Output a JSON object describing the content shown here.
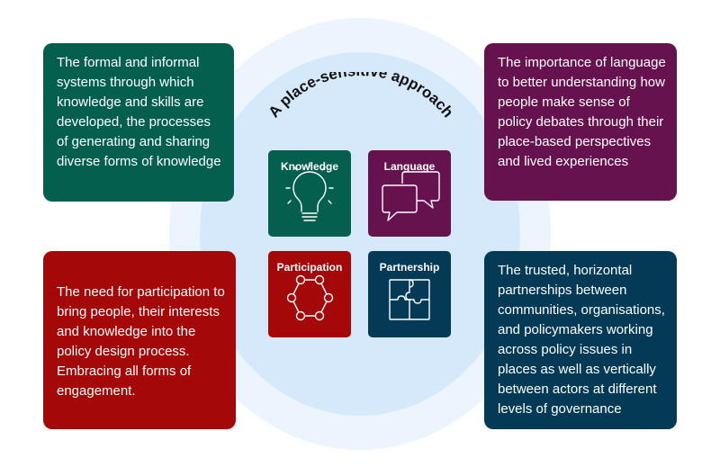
{
  "title": "A place-sensitive approach",
  "tiles": {
    "knowledge": "Knowledge",
    "language": "Language",
    "participation": "Participation",
    "partnership": "Partnership"
  },
  "descriptions": {
    "knowledge": "The formal and informal systems through which knowledge and skills are developed, the processes of generating and sharing diverse forms of knowledge",
    "language": "The importance of language to better understanding how people make sense of policy debates through their place-based perspectives and lived experiences",
    "participation": "The need for participation to bring people, their interests and knowledge into the policy design process. Embracing all forms of engagement.",
    "partnership": "The trusted, horizontal partnerships between communities, organisations, and policymakers working across policy issues in places as well as vertically between actors at different levels of governance"
  },
  "icons": {
    "knowledge": "lightbulb-icon",
    "language": "speech-bubbles-icon",
    "participation": "network-hexagon-icon",
    "partnership": "puzzle-icon"
  },
  "colors": {
    "knowledge": "#055f4f",
    "language": "#66124f",
    "participation": "#a50808",
    "partnership": "#043a56",
    "circle_outer": "#ecf4fd",
    "circle_inner": "#d6e9fb"
  }
}
